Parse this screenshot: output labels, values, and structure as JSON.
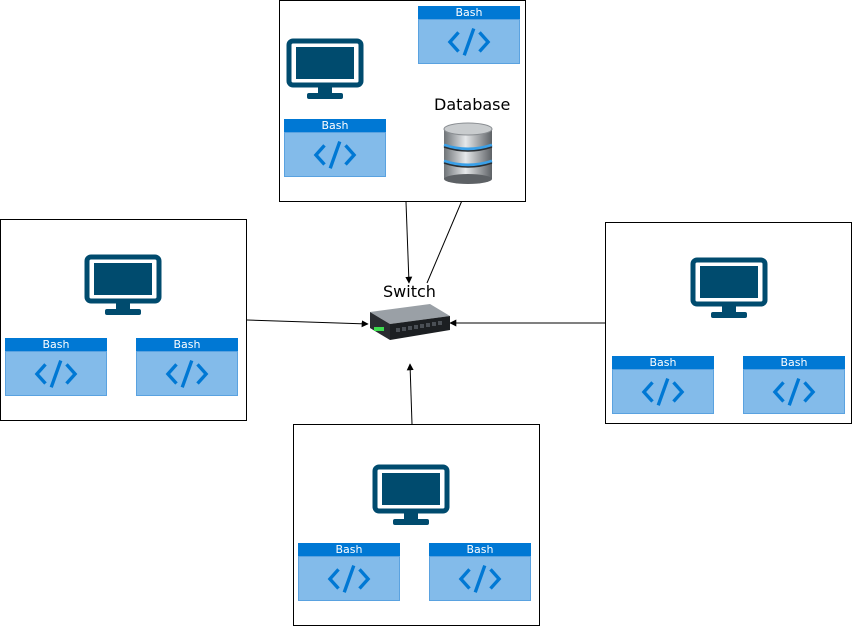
{
  "bash_label": "Bash",
  "database_label": "Database",
  "switch_label": "Switch",
  "colors": {
    "monitor": "#004b6e",
    "bash_header": "#0078d4",
    "bash_body": "#83bbea",
    "code_glyph": "#0078d4"
  },
  "icons": [
    "monitor-icon",
    "code-icon",
    "database-icon",
    "network-switch-icon"
  ]
}
